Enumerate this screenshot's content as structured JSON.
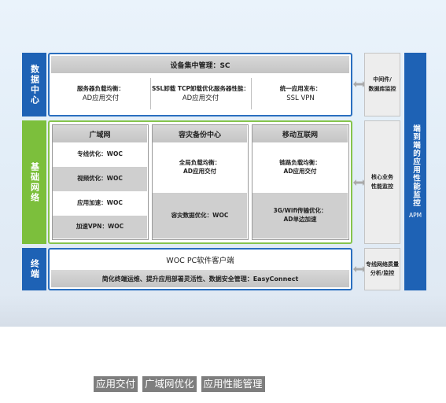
{
  "layers": {
    "data_center": {
      "label": "数据中心"
    },
    "network": {
      "label": "基础网络"
    },
    "terminal": {
      "label": "终端"
    }
  },
  "data_center": {
    "header": "设备集中管理：SC",
    "cells": [
      {
        "line1": "服务器负载均衡：",
        "line2": "AD应用交付"
      },
      {
        "line1": "SSL卸载 TCP卸载优化服务器性能：",
        "line2": "AD应用交付"
      },
      {
        "line1": "统一应用发布：",
        "line2": "SSL VPN"
      }
    ]
  },
  "network": {
    "wan": {
      "title": "广域网",
      "items": [
        "专线优化：WOC",
        "视频优化：WOC",
        "应用加速：WOC",
        "加速VPN：WOC"
      ]
    },
    "dr": {
      "title": "容灾备份中心",
      "top_line1": "全局负载均衡：",
      "top_line2": "AD应用交付",
      "bottom": "容灾数据优化：WOC"
    },
    "mobile": {
      "title": "移动互联网",
      "top_line1": "链路负载均衡：",
      "top_line2": "AD应用交付",
      "bottom_line1": "3G/Wifi传输优化：",
      "bottom_line2": "AD单边加速"
    }
  },
  "terminal": {
    "header": "WOC PC软件客户端",
    "sub": "简化终端运维、提升应用部署灵活性、数据安全管理：EasyConnect"
  },
  "monitors": {
    "middleware": {
      "line1": "中间件/",
      "line2": "数据库监控"
    },
    "core": {
      "line1": "核心业务",
      "line2": "性能监控"
    },
    "quality": {
      "line1": "专线网络质量",
      "line2": "分析/监控"
    }
  },
  "apm": {
    "title": "端到端的应用性能监控",
    "tag": "APM"
  },
  "tags": [
    "应用交付",
    "广域网优化",
    "应用性能管理"
  ],
  "colors": {
    "blue": "#1e62b5",
    "green": "#7cbf3c",
    "gray": "#cfcfcf"
  }
}
